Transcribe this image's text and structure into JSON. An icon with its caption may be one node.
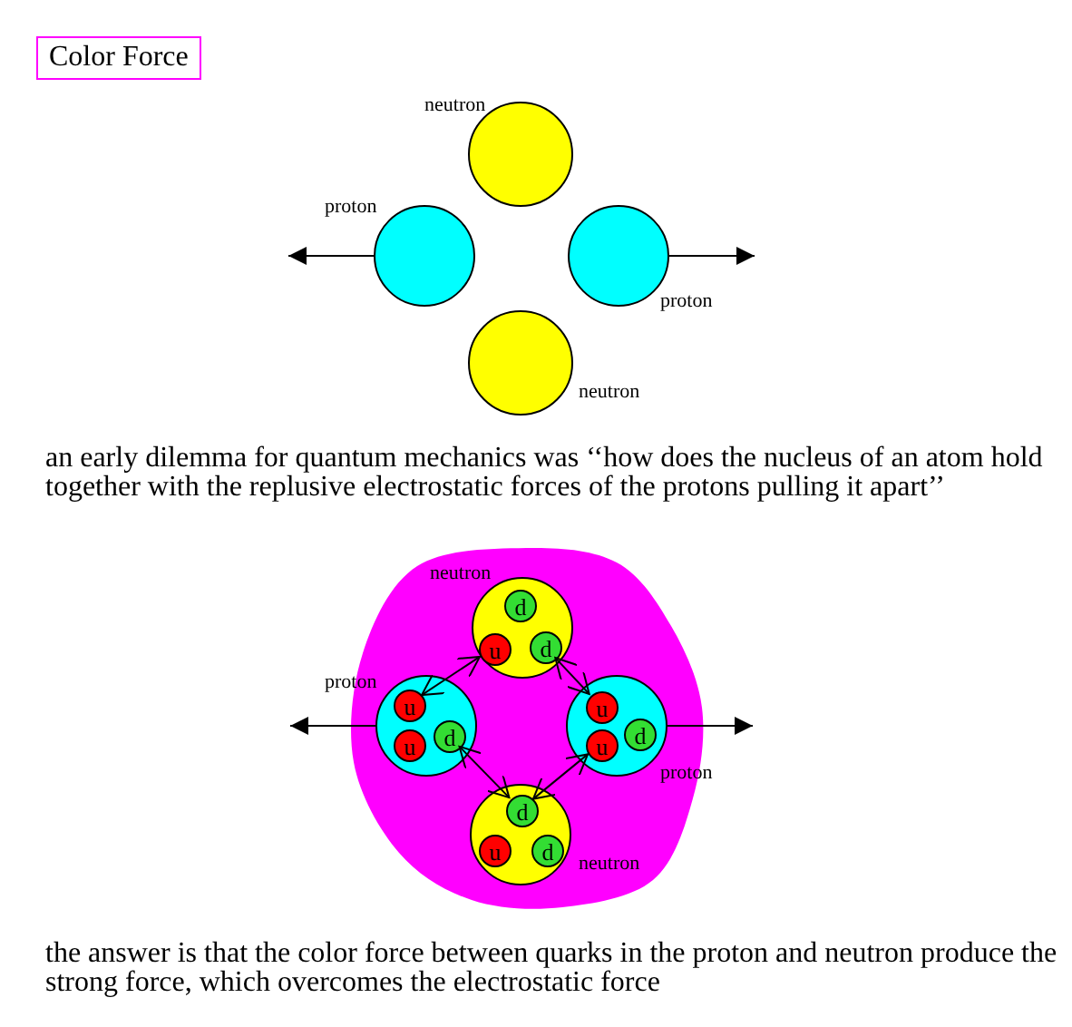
{
  "diagram": {
    "title": "Color Force",
    "nodes": [
      {
        "text": [],
        "shape": "circle",
        "beside": [
          "neutron"
        ]
      },
      {
        "text": [],
        "shape": "circle",
        "beside": [
          "proton"
        ]
      },
      {
        "text": [],
        "shape": "circle",
        "beside": [
          "proton"
        ]
      },
      {
        "text": [],
        "shape": "circle",
        "beside": [
          "neutron"
        ]
      },
      {
        "text": [],
        "shape": "cloud"
      },
      {
        "text": [],
        "shape": "circle",
        "in": 4,
        "beside": [
          "neutron"
        ]
      },
      {
        "text": [
          "d"
        ],
        "in": 5
      },
      {
        "text": [
          "u"
        ],
        "in": 5
      },
      {
        "text": [
          "d"
        ],
        "in": 5
      },
      {
        "text": [],
        "shape": "circle",
        "in": 4,
        "beside": [
          "proton"
        ]
      },
      {
        "text": [
          "u"
        ],
        "in": 9
      },
      {
        "text": [
          "u"
        ],
        "in": 9
      },
      {
        "text": [
          "d"
        ],
        "in": 9
      },
      {
        "text": [],
        "shape": "circle",
        "in": 4,
        "beside": [
          "proton"
        ]
      },
      {
        "text": [
          "u"
        ],
        "in": 13
      },
      {
        "text": [
          "d"
        ],
        "in": 13
      },
      {
        "text": [
          "u"
        ],
        "in": 13
      },
      {
        "text": [],
        "shape": "circle",
        "in": 4,
        "beside": [
          "neutron"
        ]
      },
      {
        "text": [
          "d"
        ],
        "in": 17
      },
      {
        "text": [
          "u"
        ],
        "in": 17
      },
      {
        "text": [
          "d"
        ],
        "in": 17
      }
    ],
    "edges": [
      {
        "from": 1,
        "to": null,
        "arrow": "to"
      },
      {
        "from": 2,
        "to": null,
        "arrow": "to"
      },
      {
        "from": 9,
        "to": null,
        "arrow": "to"
      },
      {
        "from": 13,
        "to": null,
        "arrow": "to"
      },
      {
        "from": 7,
        "to": 10,
        "arrow": "both"
      },
      {
        "from": 8,
        "to": 14,
        "arrow": "both"
      },
      {
        "from": 12,
        "to": 18,
        "arrow": "both"
      },
      {
        "from": 16,
        "to": 18,
        "arrow": "both"
      }
    ],
    "labels": [
      "an early dilemma for quantum mechanics was ‘‘how does the nucleus of an atom hold together with the replusive electrostatic forces of the protons pulling it apart’’",
      "the answer is that the color force between quarks in the proton and neutron produce the strong force, which overcomes the electrostatic force"
    ]
  }
}
